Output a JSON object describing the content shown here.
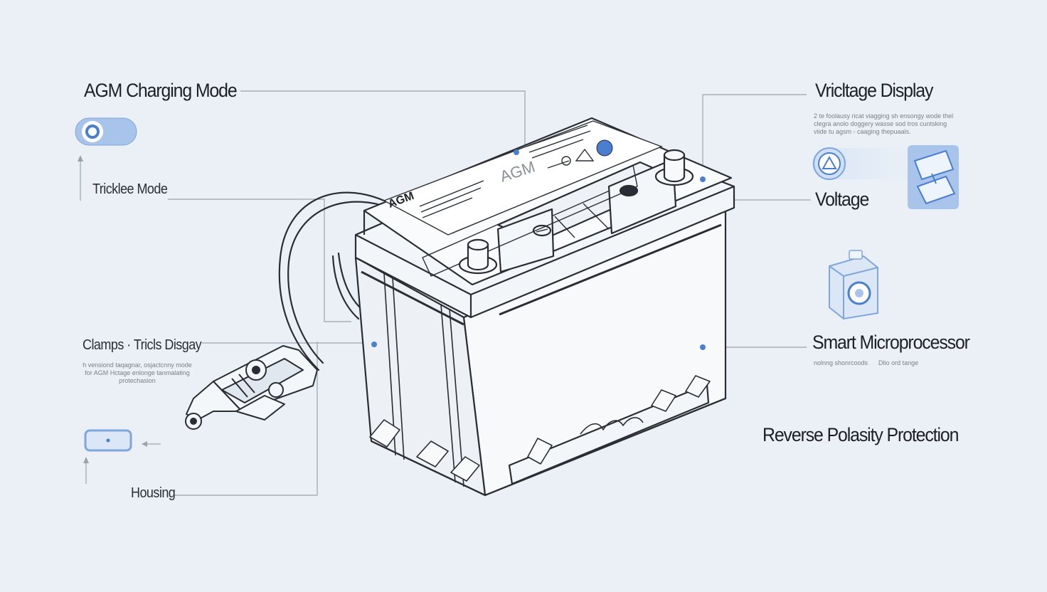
{
  "labels": {
    "agm_charging_mode": "AGM Charging Mode",
    "trickle_mode": "Tricklee Mode",
    "clamps": "Clamps · Tricls Disgay",
    "clamps_desc": [
      "h vensiond taqagnar, osjactcnny mode",
      "for AGM Hctage enlonge tanmalating",
      "protechasion"
    ],
    "housing": "Housing",
    "voltage_display": "Vricltage Display",
    "voltage_display_desc": [
      "2 te foolausy ricat viagging sh ensongy wode thel",
      "clegra anolo doggery wasse sod tros cuntsking",
      "viide tu agsm - caaging thepuaals."
    ],
    "voltage": "Voltage",
    "smart_microprocessor": "Smart Microprocessor",
    "smart_microprocessor_desc": "nolnng shonrcoods      Dlio ord tange",
    "reverse_polarity": "Reverse Polasity Protection"
  },
  "battery_markings": {
    "top_logo": "AGM",
    "side_logo": "AGM"
  },
  "colors": {
    "background": "#eaf0f6",
    "outline": "#2a2d33",
    "accent_blue": "#4a7fd0",
    "light_blue": "#a9c4ea",
    "leader_line": "#9aa3ad"
  },
  "icons": [
    "toggle-switch-icon",
    "indicator-button-icon",
    "triangle-warning-icon",
    "charger-device-icon",
    "processor-chip-icon"
  ]
}
